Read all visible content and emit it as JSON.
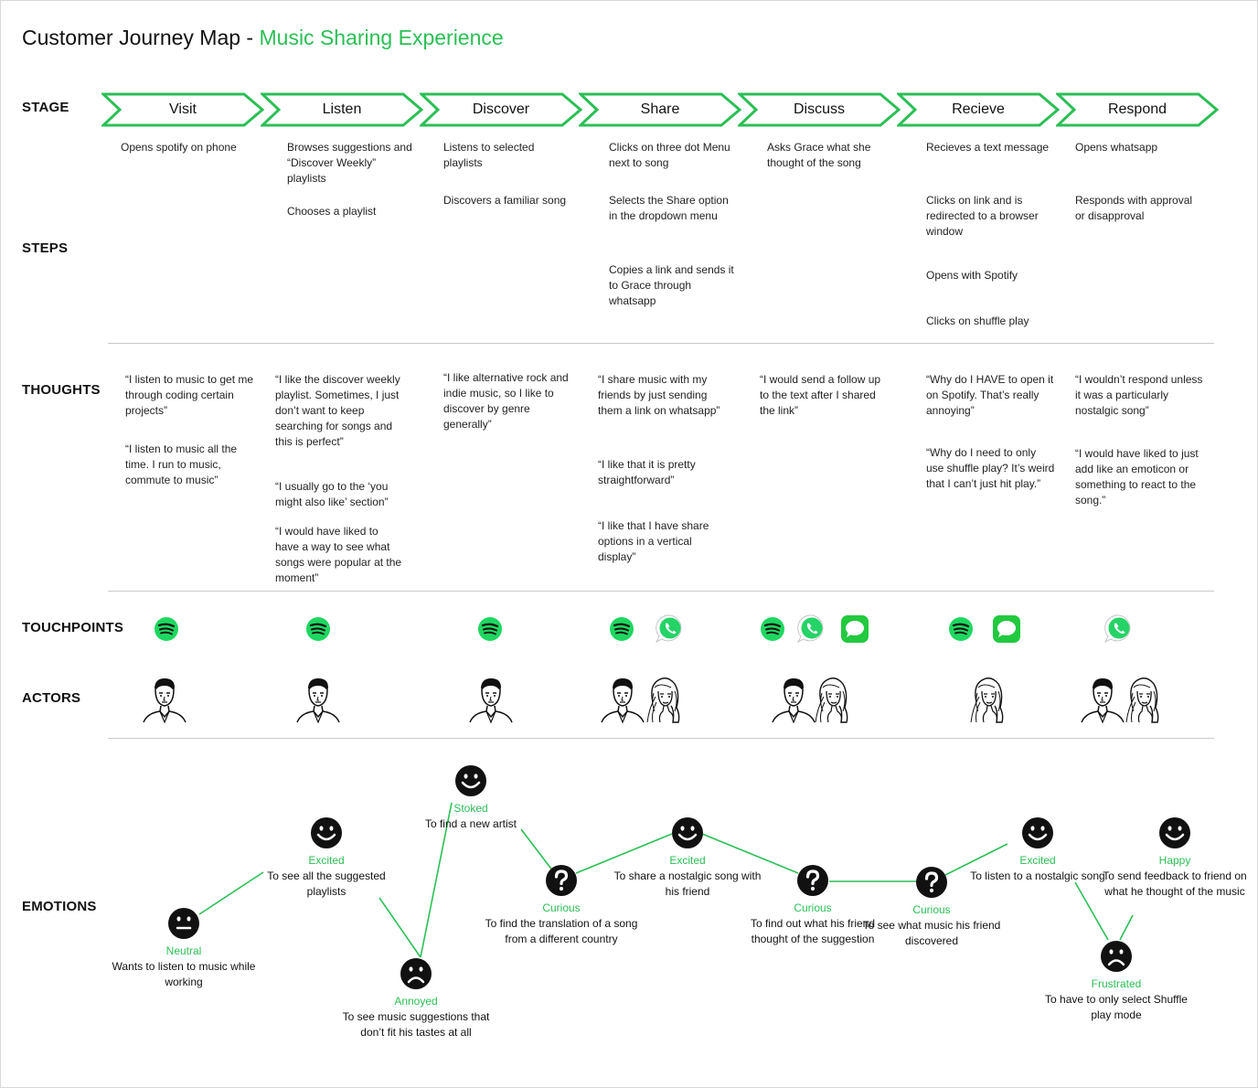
{
  "title": {
    "main": "Customer Journey Map",
    "separator": " - ",
    "accent": "Music Sharing Experience"
  },
  "row_labels": {
    "stage": "STAGE",
    "steps": "STEPS",
    "thoughts": "THOUGHTS",
    "touchpoints": "TOUCHPOINTS",
    "actors": "ACTORS",
    "emotions": "EMOTIONS"
  },
  "colors": {
    "accent": "#2bbf55",
    "spotify": "#1ed760",
    "whatsapp": "#25d366",
    "messages": "#22c93f"
  },
  "stages": [
    {
      "name": "Visit",
      "steps": [
        "Opens spotify on phone"
      ],
      "thoughts": [
        "“I  listen to music to get me through coding certain projects”",
        "“I  listen to music all the time. I run to music, commute to music”"
      ],
      "touchpoints": [
        "spotify-icon"
      ],
      "actors": [
        "male-user-portrait"
      ]
    },
    {
      "name": "Listen",
      "steps": [
        "Browses suggestions and “Discover Weekly” playlists",
        "Chooses a playlist"
      ],
      "thoughts": [
        "“I like the discover weekly playlist. Sometimes, I just don’t want to keep searching for songs and this is perfect”",
        "“I usually go to the ‘you might also like’ section”",
        "“I would have liked to have a way to see what songs were popular at the moment”"
      ],
      "touchpoints": [
        "spotify-icon"
      ],
      "actors": [
        "male-user-portrait"
      ]
    },
    {
      "name": "Discover",
      "steps": [
        "Listens to selected playlists",
        "Discovers a familiar song"
      ],
      "thoughts": [
        "“I like alternative rock and indie music, so I like to discover by genre generally”"
      ],
      "touchpoints": [
        "spotify-icon"
      ],
      "actors": [
        "male-user-portrait"
      ]
    },
    {
      "name": "Share",
      "steps": [
        "Clicks on three dot Menu next to song",
        "Selects the Share option in the dropdown menu",
        "Copies a link and sends it to Grace through whatsapp"
      ],
      "thoughts": [
        "“I share music with my friends by just sending them a link on whatsapp”",
        "“I like that it is pretty straightforward”",
        "“I like that I have share options in a vertical display”"
      ],
      "touchpoints": [
        "spotify-icon",
        "whatsapp-icon"
      ],
      "actors": [
        "male-user-portrait",
        "female-friend-portrait"
      ]
    },
    {
      "name": "Discuss",
      "steps": [
        "Asks Grace what she thought of the song"
      ],
      "thoughts": [
        "“I would send a follow up to the text after I shared the link”"
      ],
      "touchpoints": [
        "spotify-icon",
        "whatsapp-icon",
        "messages-icon"
      ],
      "actors": [
        "male-user-portrait",
        "female-friend-portrait"
      ]
    },
    {
      "name": "Recieve",
      "steps": [
        "Recieves a text message",
        "Clicks on link and is redirected to a browser window",
        "Opens with Spotify",
        "Clicks on shuffle play"
      ],
      "thoughts": [
        "“Why do I HAVE to open it on Spotify. That’s really annoying”",
        "“Why do I need to only use shuffle play? It’s weird that I can’t just hit play.”"
      ],
      "touchpoints": [
        "spotify-icon",
        "messages-icon"
      ],
      "actors": [
        "female-friend-portrait"
      ]
    },
    {
      "name": "Respond",
      "steps": [
        "Opens whatsapp",
        "Responds with approval or disapproval"
      ],
      "thoughts": [
        "“I wouldn’t respond unless it was a particularly nostalgic song”",
        "“I would have liked to just add like an emoticon or something to react to the song.”"
      ],
      "touchpoints": [
        "whatsapp-icon"
      ],
      "actors": [
        "male-user-portrait",
        "female-friend-portrait"
      ]
    }
  ],
  "emotions": [
    {
      "label": "Neutral",
      "desc": "Wants to listen to music while working",
      "face": "neutral"
    },
    {
      "label": "Excited",
      "desc": "To see all the suggested playlists",
      "face": "happy"
    },
    {
      "label": "Annoyed",
      "desc": "To see music suggestions that don’t fit his tastes at all",
      "face": "sad"
    },
    {
      "label": "Stoked",
      "desc": "To find a new artist",
      "face": "happy"
    },
    {
      "label": "Curious",
      "desc": "To find the translation of a song from a different country",
      "face": "question"
    },
    {
      "label": "Excited",
      "desc": "To share a nostalgic song with his friend",
      "face": "happy"
    },
    {
      "label": "Curious",
      "desc": "To find out what his friend thought of the suggestion",
      "face": "question"
    },
    {
      "label": "Curious",
      "desc": "To see what music his friend discovered",
      "face": "question"
    },
    {
      "label": "Excited",
      "desc": "To listen to a nostalgic song",
      "face": "happy"
    },
    {
      "label": "Frustrated",
      "desc": "To have to only select Shuffle play mode",
      "face": "sad"
    },
    {
      "label": "Happy",
      "desc": "To send feedback to friend on what he thought of the music",
      "face": "happy"
    }
  ]
}
